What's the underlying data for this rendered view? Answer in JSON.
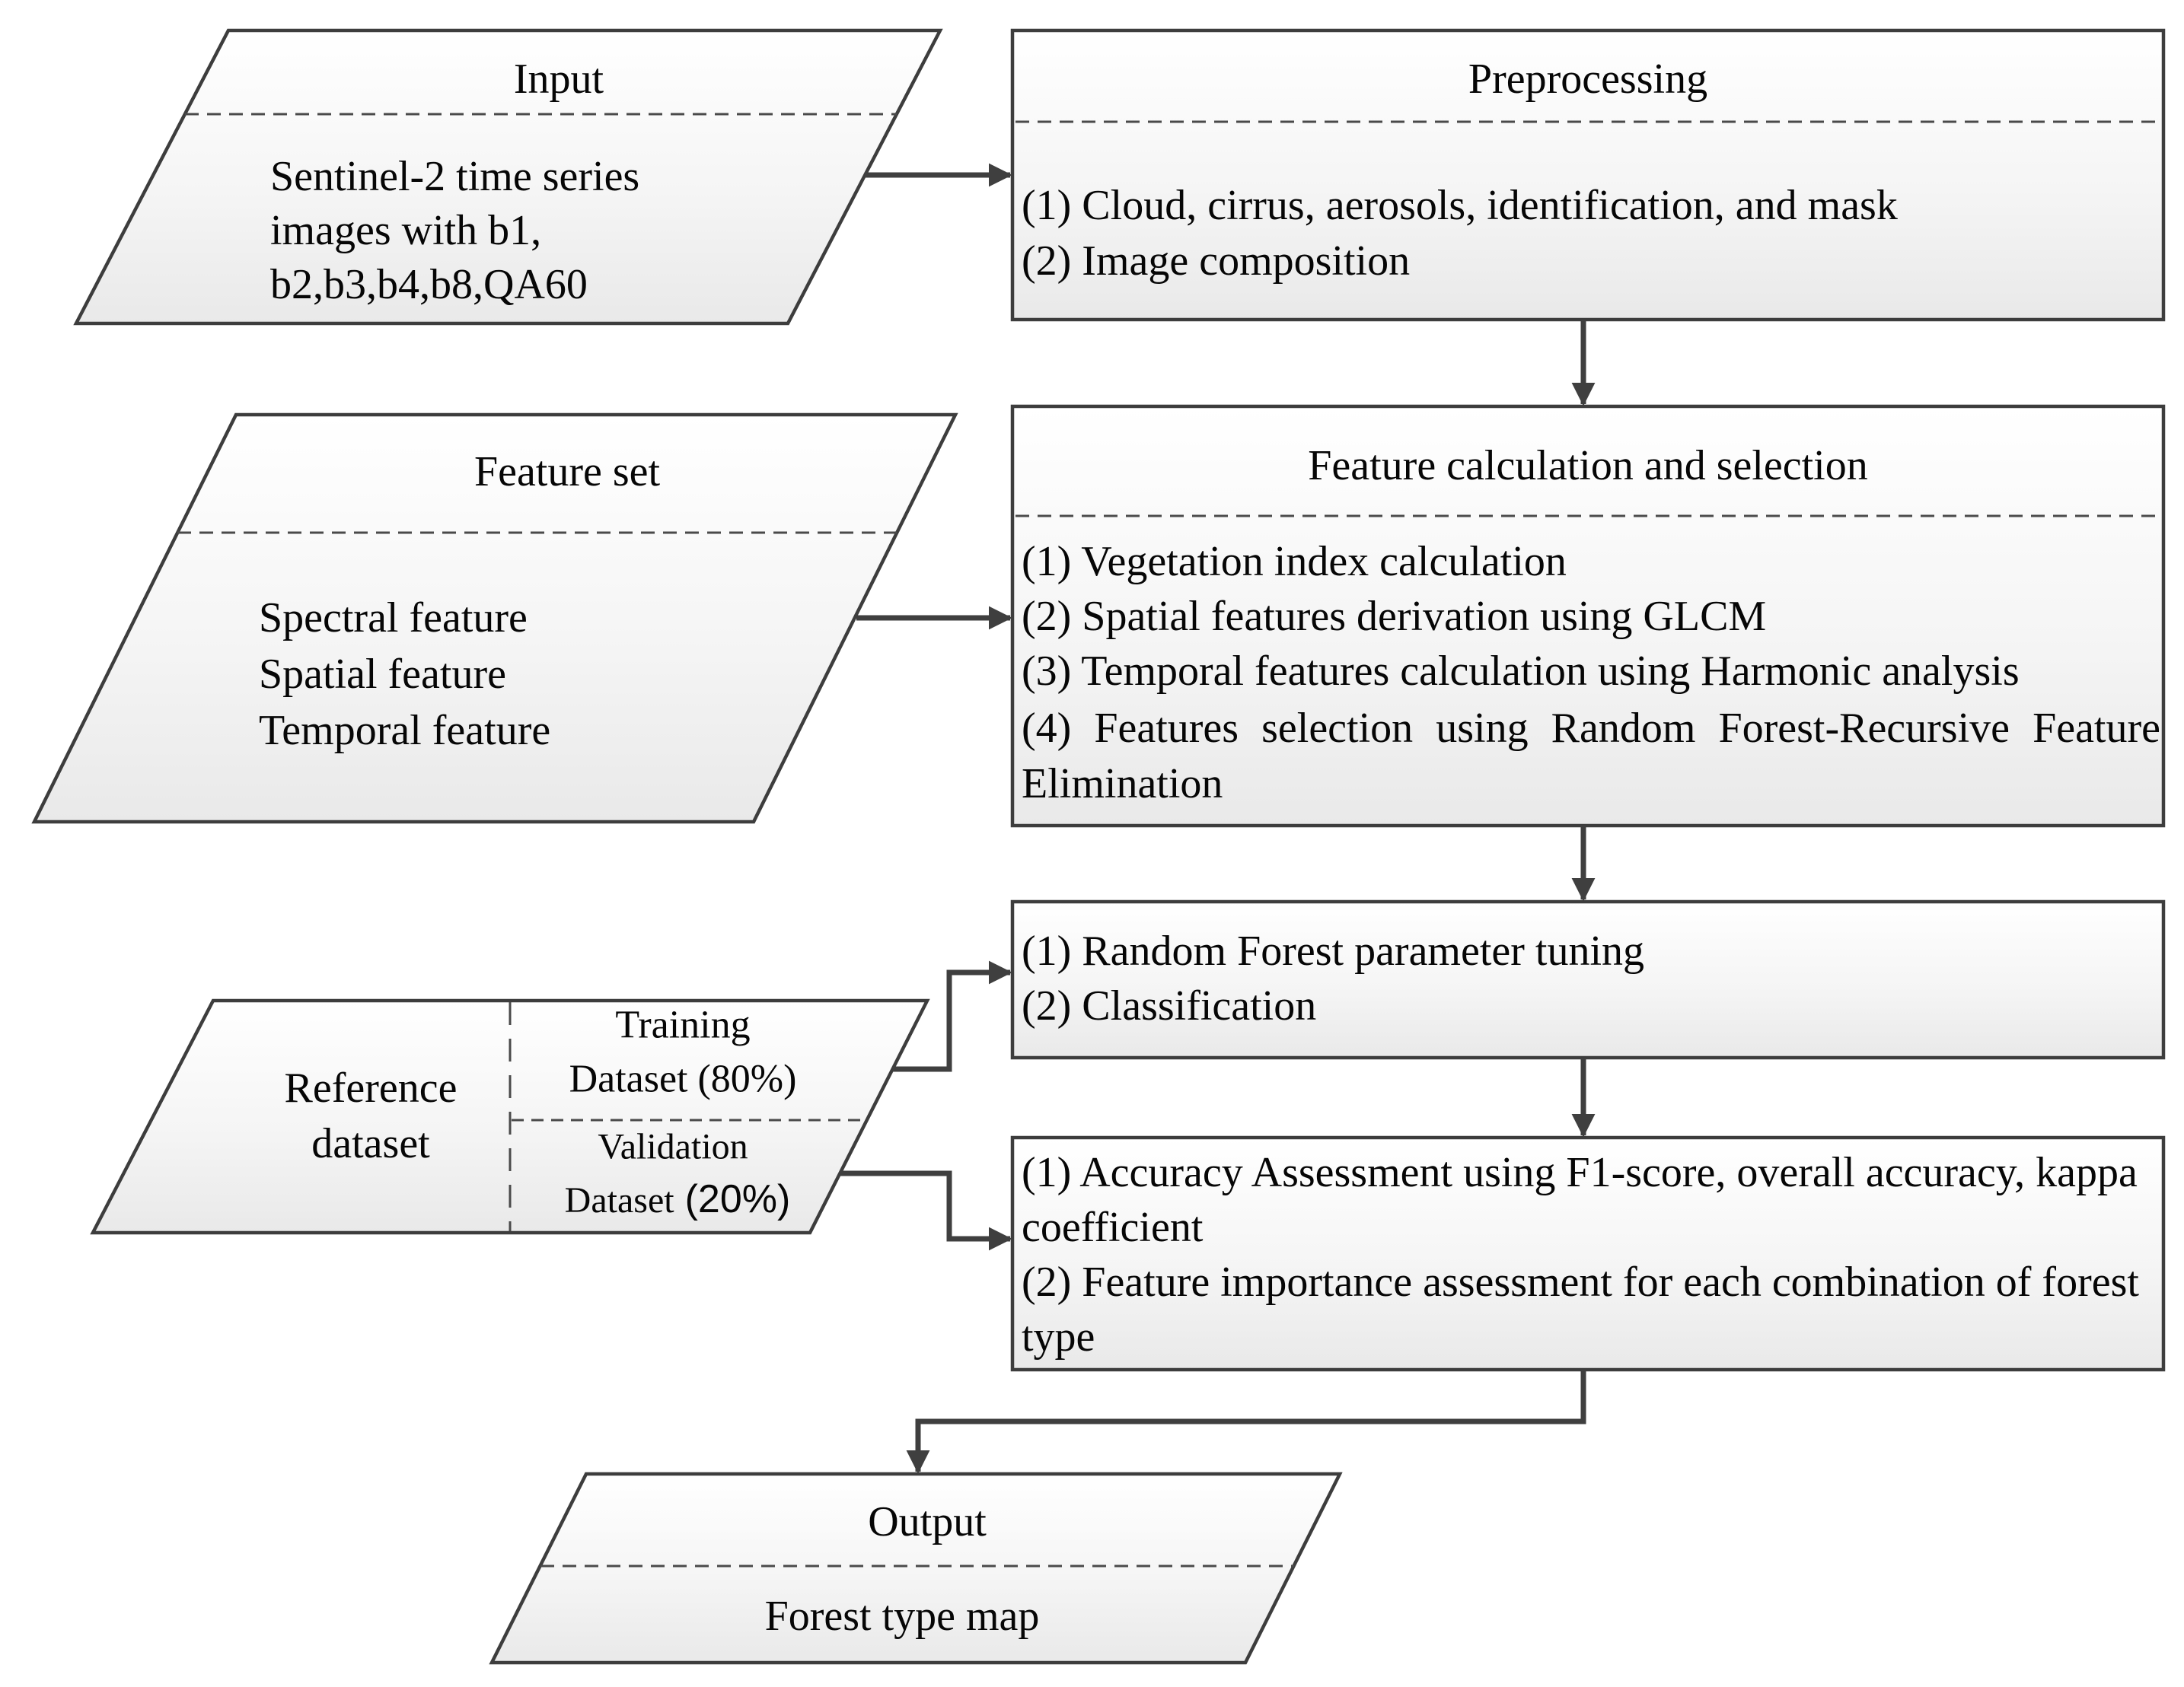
{
  "nodes": {
    "input": {
      "title": "Input",
      "lines": [
        "Sentinel-2 time series",
        "images with b1,",
        "b2,b3,b4,b8,QA60"
      ]
    },
    "preprocessing": {
      "title": "Preprocessing",
      "items": [
        "(1) Cloud, cirrus, aerosols, identification, and mask",
        "(2) Image composition"
      ]
    },
    "feature_set": {
      "title": "Feature set",
      "lines": [
        "Spectral feature",
        "Spatial feature",
        "Temporal feature"
      ]
    },
    "feature_calc": {
      "title": "Feature calculation and selection",
      "items": [
        "(1) Vegetation index calculation",
        "(2) Spatial features derivation using GLCM",
        "(3) Temporal features calculation using Harmonic analysis",
        "(4) Features selection using Random Forest-Recursive Feature Elimination"
      ]
    },
    "classification": {
      "items": [
        "(1) Random Forest parameter tuning",
        "(2) Classification"
      ]
    },
    "reference_dataset": {
      "label_lines": [
        "Reference",
        "dataset"
      ],
      "training_lines": [
        "Training",
        "Dataset (80%)"
      ],
      "validation_line1": "Validation",
      "validation_line2_label": "Dataset",
      "validation_line2_pct": "(20%)"
    },
    "accuracy": {
      "items": [
        "(1) Accuracy Assessment using F1-score, overall accuracy, kappa coefficient",
        "(2) Feature importance assessment for each combination of forest type"
      ]
    },
    "output": {
      "title": "Output",
      "body": "Forest type map"
    }
  },
  "colors": {
    "border": "#3d3d3d",
    "arrow": "#3f3f3f",
    "fill_top": "#ffffff",
    "fill_bottom": "#e9e9e9",
    "text": "#060606"
  }
}
